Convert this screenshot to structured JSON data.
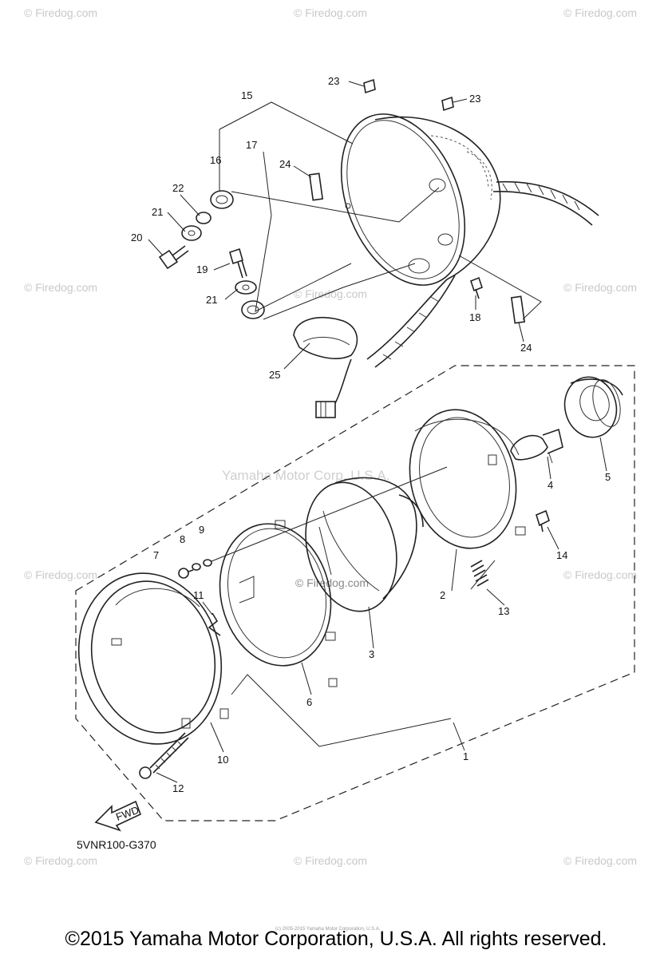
{
  "watermarks": {
    "small": "© Firedog.com",
    "center": "Yamaha Motor Corp, U.S.A."
  },
  "diagram": {
    "code": "5VNR100-G370",
    "fwd_label": "FWD",
    "callouts": {
      "c1": "1",
      "c2": "2",
      "c3": "3",
      "c4": "4",
      "c5": "5",
      "c6": "6",
      "c7": "7",
      "c8": "8",
      "c9": "9",
      "c10": "10",
      "c11": "11",
      "c12": "12",
      "c13": "13",
      "c14": "14",
      "c15": "15",
      "c16": "16",
      "c17": "17",
      "c18": "18",
      "c19": "19",
      "c20": "20",
      "c21a": "21",
      "c21b": "21",
      "c22": "22",
      "c23a": "23",
      "c23b": "23",
      "c24a": "24",
      "c24b": "24",
      "c25": "25"
    }
  },
  "copyright": {
    "footer": "©2015 Yamaha Motor Corporation, U.S.A. All rights reserved.",
    "tiny": "(c) 2005-2015 Yamaha Motor Corporation, U.S.A."
  }
}
